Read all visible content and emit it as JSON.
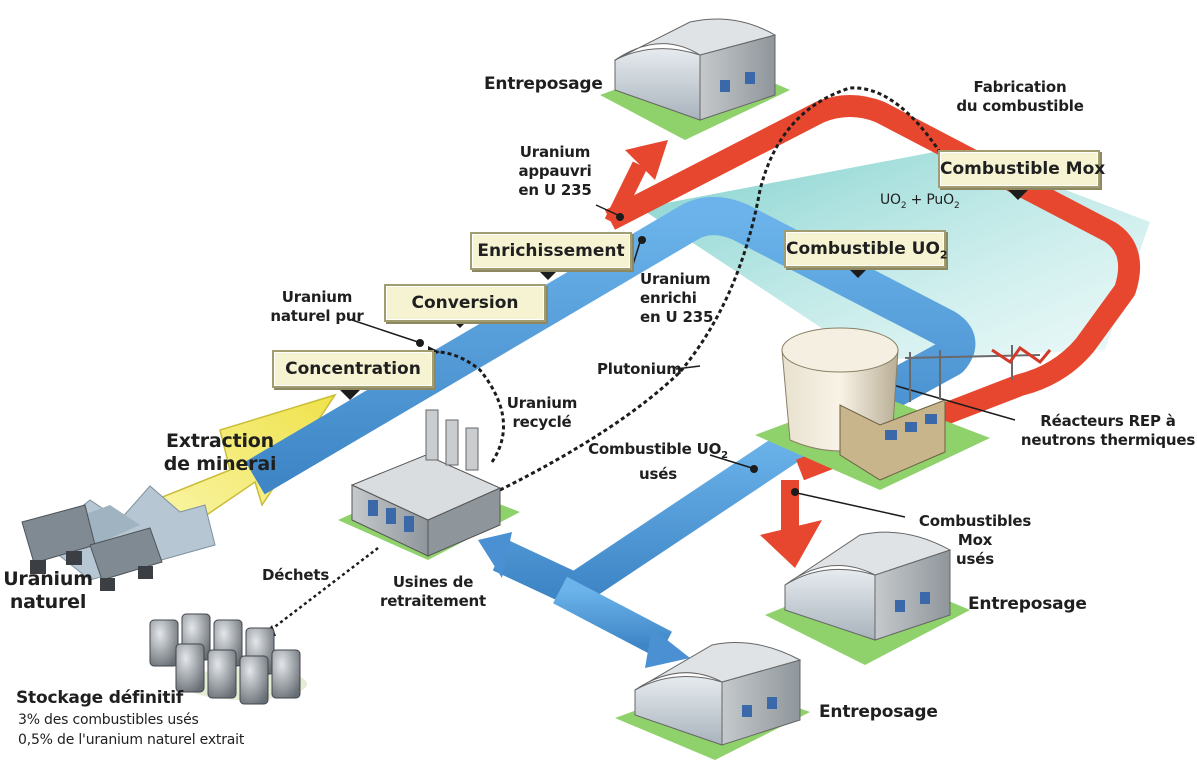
{
  "steps": {
    "concentration": "Concentration",
    "conversion": "Conversion",
    "enrichissement": "Enrichissement",
    "combustible_uo2_prefix": "Combustible UO",
    "combustible_uo2_sub": "2",
    "combustible_mox": "Combustible Mox"
  },
  "labels": {
    "extraction": [
      "Extraction",
      "de minerai"
    ],
    "uranium_naturel": [
      "Uranium",
      "naturel"
    ],
    "uranium_naturel_pur": [
      "Uranium",
      "naturel pur"
    ],
    "uranium_appauvri": [
      "Uranium",
      "appauvri",
      "en U 235"
    ],
    "uranium_enrichi": [
      "Uranium",
      "enrichi",
      "en U 235"
    ],
    "uranium_recycle": [
      "Uranium",
      "recyclé"
    ],
    "plutonium": "Plutonium",
    "fabrication": [
      "Fabrication",
      "du combustible"
    ],
    "uo2_puo2": {
      "a": "UO",
      "a_sub": "2",
      "plus": " + PuO",
      "b_sub": "2"
    },
    "reacteurs": [
      "Réacteurs REP à",
      "neutrons thermiques"
    ],
    "combustible_uo2_uses": {
      "a": "Combustible UO",
      "a_sub": "2",
      "b": "usés"
    },
    "combustibles_mox_uses": [
      "Combustibles Mox",
      "usés"
    ],
    "usines": [
      "Usines de",
      "retraitement"
    ],
    "dechets": "Déchets",
    "entreposage_top": "Entreposage",
    "entreposage_right": "Entreposage",
    "entreposage_bottom": "Entreposage",
    "stockage_title": "Stockage définitif",
    "stockage_line1": "3% des combustibles usés",
    "stockage_line2": "0,5% de l'uranium naturel extrait"
  },
  "colors": {
    "blue_flow": "#4f9ad8",
    "red_flow": "#e8472f",
    "yellow_arrow": "#f2ea5a",
    "teal_zone": "#7fd3cf",
    "box_fill": "#f6f3d2"
  }
}
